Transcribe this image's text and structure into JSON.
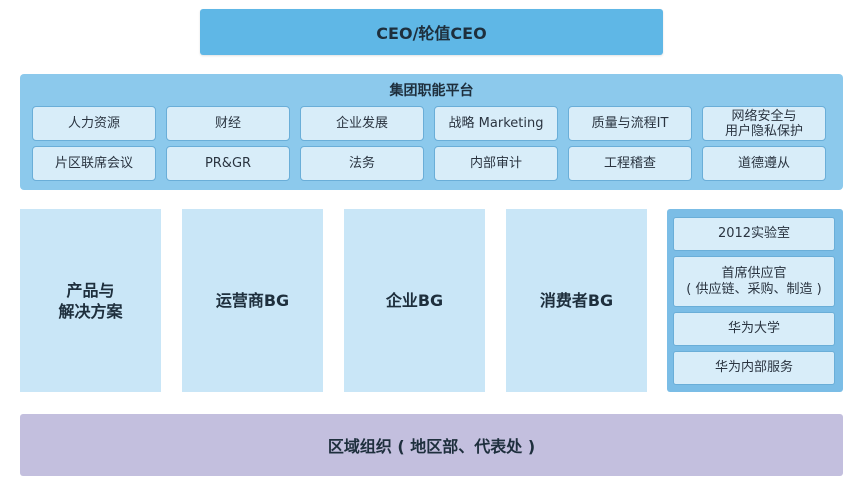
{
  "ceo": {
    "label": "CEO/轮值CEO"
  },
  "platform": {
    "title": "集团职能平台",
    "row1": [
      "人力资源",
      "财经",
      "企业发展",
      "战略 Marketing",
      "质量与流程IT",
      "网络安全与\n用户隐私保护"
    ],
    "row2": [
      "片区联席会议",
      "PR&GR",
      "法务",
      "内部审计",
      "工程稽查",
      "道德遵从"
    ]
  },
  "bgs": [
    "产品与\n解决方案",
    "运营商BG",
    "企业BG",
    "消费者BG"
  ],
  "right_group": {
    "lab": "2012实验室",
    "supply_title": "首席供应官",
    "supply_sub": "( 供应链、采购、制造 )",
    "university": "华为大学",
    "internal": "华为内部服务"
  },
  "region": {
    "label": "区域组织 ( 地区部、代表处 )"
  },
  "colors": {
    "ceo": "#5fb7e6",
    "platform": "#8cc9ec",
    "cell": "#d8edf9",
    "bg_box": "#c9e6f7",
    "right_group": "#7bbde6",
    "region": "#c3bfde"
  }
}
